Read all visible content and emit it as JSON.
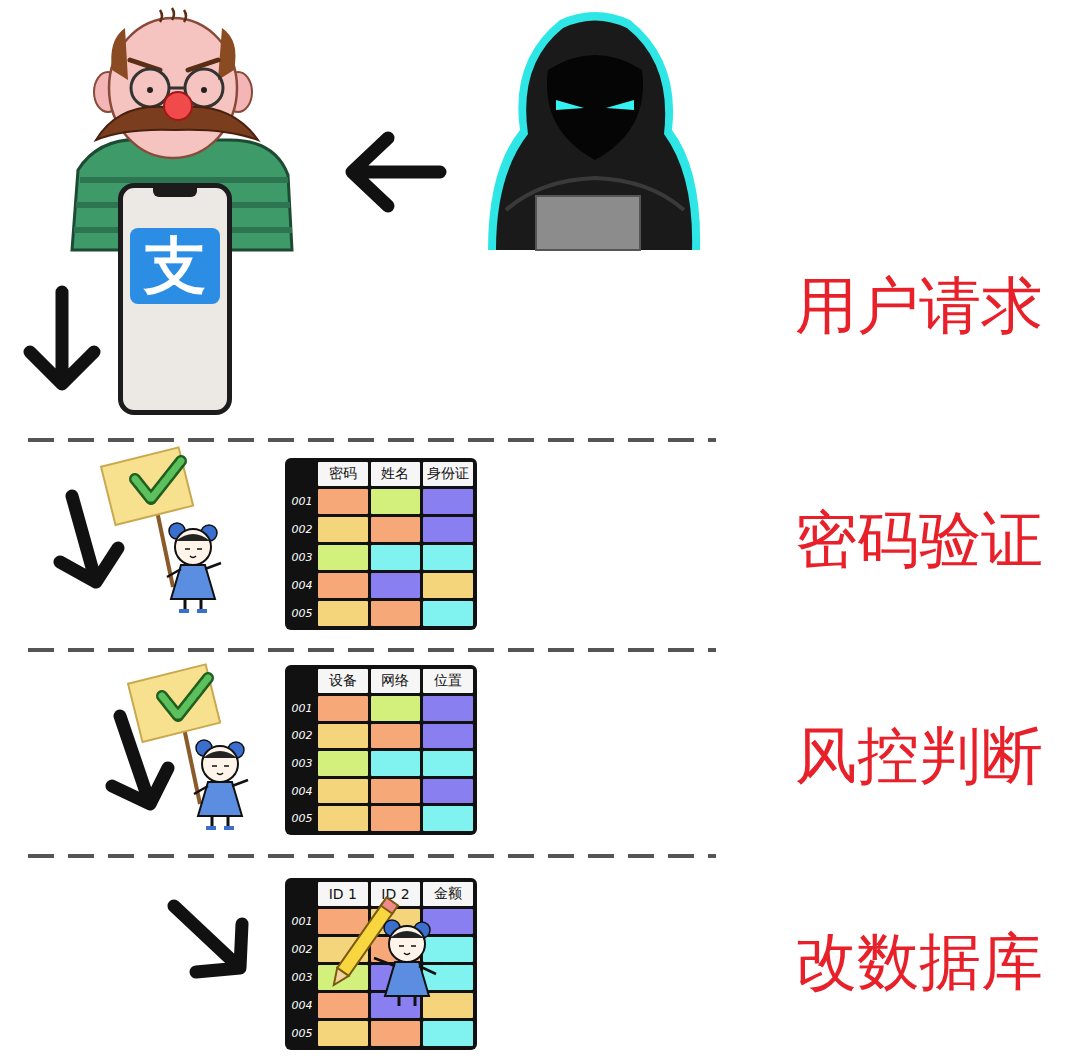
{
  "diagram": {
    "nodes": [
      {
        "text": [
          "支"
        ]
      },
      {
        "text": [
          "密码",
          "姓名",
          "身份证",
          "001",
          "002",
          "003",
          "004",
          "005"
        ]
      },
      {
        "text": [
          "设备",
          "网络",
          "位置",
          "001",
          "002",
          "003",
          "004",
          "005"
        ]
      },
      {
        "text": [
          "ID 1",
          "ID 2",
          "金额",
          "001",
          "002",
          "003",
          "004",
          "005"
        ]
      }
    ],
    "labels": [
      "用户请求",
      "密码验证",
      "风控判断",
      "改数据库"
    ]
  }
}
